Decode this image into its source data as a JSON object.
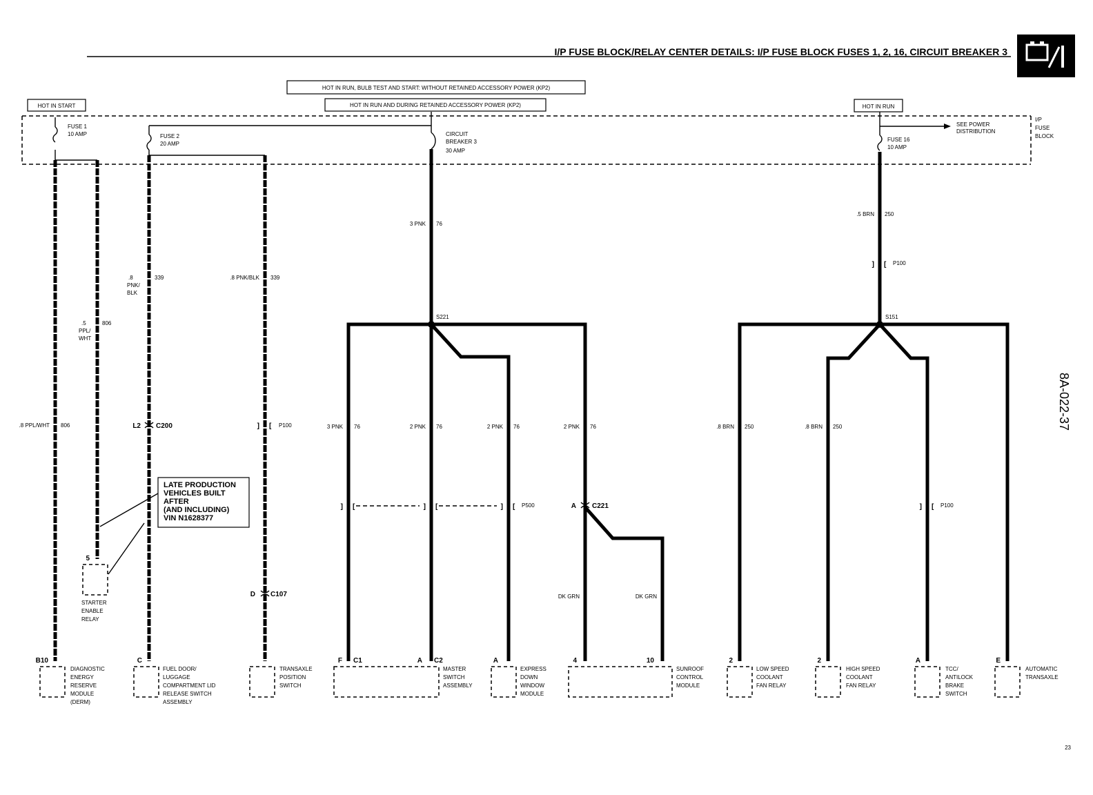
{
  "header": {
    "title": "I/P FUSE BLOCK/RELAY CENTER DETAILS: I/P FUSE BLOCK FUSES 1, 2, 16, CIRCUIT BREAKER 3",
    "icon": "battery-relay-icon"
  },
  "power_labels": {
    "hot_in_start": "HOT IN START",
    "hot_in_run_bulb": "HOT IN RUN, BULB TEST AND START: WITHOUT RETAINED ACCESSORY POWER (KP2)",
    "hot_in_run_retained": "HOT IN RUN AND DURING RETAINED ACCESSORY POWER (KP2)",
    "hot_in_run": "HOT IN RUN"
  },
  "fuse_block": {
    "label_1": "I/P",
    "label_2": "FUSE",
    "label_3": "BLOCK",
    "see_power_1": "SEE POWER",
    "see_power_2": "DISTRIBUTION"
  },
  "fuses": {
    "fuse1_name": "FUSE 1",
    "fuse1_rating": "10 AMP",
    "fuse2_name": "FUSE 2",
    "fuse2_rating": "20 AMP",
    "cb3_name_1": "CIRCUIT",
    "cb3_name_2": "BREAKER 3",
    "cb3_rating": "30 AMP",
    "fuse16_name": "FUSE 16",
    "fuse16_rating": "10 AMP"
  },
  "wires": {
    "w806_top_1": ".5",
    "w806_top_2": "PPL/",
    "w806_top_3": "WHT",
    "w806_top_circuit": "806",
    "w806_left": ".8 PPL/WHT",
    "w806_left_circuit": "806",
    "w339a_1": ".8",
    "w339a_2": "PNK/",
    "w339a_3": "BLK",
    "w339a_circuit": "339",
    "w339b": ".8 PNK/BLK",
    "w339b_circuit": "339",
    "w76_main": "3 PNK",
    "w76_main_circuit": "76",
    "w76_f": "3 PNK",
    "w76_f_circuit": "76",
    "w76_a": "2 PNK",
    "w76_a_circuit": "76",
    "w76_b": "2 PNK",
    "w76_b_circuit": "76",
    "w76_c": "2 PNK",
    "w76_c_circuit": "76",
    "w250_main": ".5 BRN",
    "w250_main_circuit": "250",
    "w250_a": ".8 BRN",
    "w250_a_circuit": "250",
    "w250_b": ".8 BRN",
    "w250_b_circuit": "250",
    "dk_grn_1": "DK GRN",
    "dk_grn_2": "DK GRN"
  },
  "connectors": {
    "s221": "S221",
    "s151": "S151",
    "p100_a": "P100",
    "p100_b": "P100",
    "p100_c": "P100",
    "p500": "P500",
    "c200": "C200",
    "c200_pin": "L2",
    "c107": "C107",
    "c107_pin": "D",
    "c221": "C221",
    "c221_pin": "A"
  },
  "note": {
    "line1": "LATE PRODUCTION",
    "line2": "VEHICLES BUILT",
    "line3": "AFTER",
    "line4": "(AND INCLUDING)",
    "line5": "VIN N1628377"
  },
  "components": {
    "starter_pin": "5",
    "starter_1": "STARTER",
    "starter_2": "ENABLE",
    "starter_3": "RELAY",
    "derm_pin": "B10",
    "derm_1": "DIAGNOSTIC",
    "derm_2": "ENERGY",
    "derm_3": "RESERVE",
    "derm_4": "MODULE",
    "derm_5": "(DERM)",
    "fuel_pin": "C",
    "fuel_1": "FUEL DOOR/",
    "fuel_2": "LUGGAGE",
    "fuel_3": "COMPARTMENT LID",
    "fuel_4": "RELEASE SWITCH",
    "fuel_5": "ASSEMBLY",
    "trans_1": "TRANSAXLE",
    "trans_2": "POSITION",
    "trans_3": "SWITCH",
    "master_pin_f": "F",
    "master_c1": "C1",
    "master_pin_a": "A",
    "master_c2": "C2",
    "master_1": "MASTER",
    "master_2": "SWITCH",
    "master_3": "ASSEMBLY",
    "express_pin": "A",
    "express_1": "EXPRESS",
    "express_2": "DOWN",
    "express_3": "WINDOW",
    "express_4": "MODULE",
    "sunroof_pin_4": "4",
    "sunroof_pin_10": "10",
    "sunroof_1": "SUNROOF",
    "sunroof_2": "CONTROL",
    "sunroof_3": "MODULE",
    "low_pin": "2",
    "low_1": "LOW SPEED",
    "low_2": "COOLANT",
    "low_3": "FAN RELAY",
    "high_pin": "2",
    "high_1": "HIGH SPEED",
    "high_2": "COOLANT",
    "high_3": "FAN RELAY",
    "tcc_pin": "A",
    "tcc_1": "TCC/",
    "tcc_2": "ANTILOCK",
    "tcc_3": "BRAKE",
    "tcc_4": "SWITCH",
    "auto_pin": "E",
    "auto_1": "AUTOMATIC",
    "auto_2": "TRANSAXLE"
  },
  "side_code": "8A-022-37",
  "page_number": "23"
}
